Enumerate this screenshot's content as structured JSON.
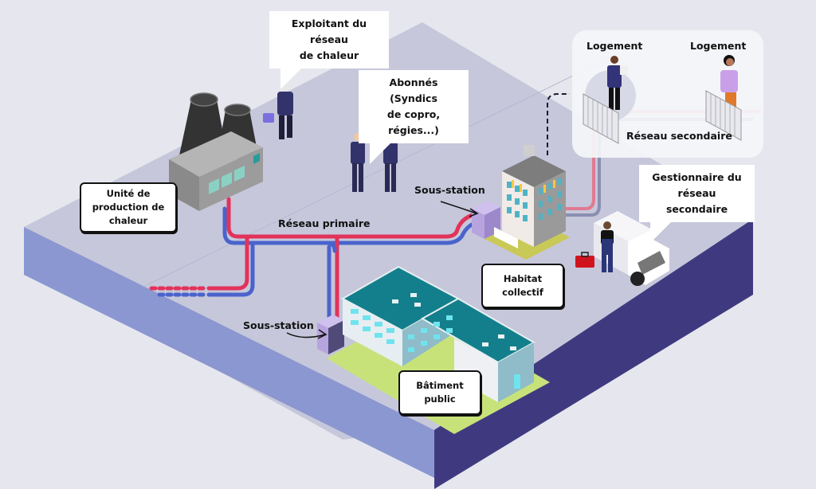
{
  "diagram": {
    "title": "Réseau de chaleur",
    "colors": {
      "background": "#e6e7ee",
      "platform_top": "#c6c7da",
      "platform_side_left": "#8b97d1",
      "platform_side_front": "#3f3a80",
      "pipe_hot": "#e2335b",
      "pipe_cold": "#4a63cc",
      "pipe_secondary_hot": "#e07a92",
      "pipe_secondary_cold": "#8a8fb0",
      "substation": "#b7a4de"
    },
    "callouts": {
      "exploitant": {
        "line1": "Exploitant du réseau",
        "line2": "de chaleur"
      },
      "abonnes": {
        "line1": "Abonnés (Syndics",
        "line2": "de copro, régies...)"
      },
      "gestionnaire": {
        "line1": "Gestionnaire du",
        "line2": "réseau secondaire"
      }
    },
    "tags": {
      "production": {
        "line1": "Unité de",
        "line2": "production de",
        "line3": "chaleur"
      },
      "habitat": "Habitat collectif",
      "batiment": "Bâtiment public"
    },
    "labels": {
      "reseau_primaire": "Réseau primaire",
      "sous_station_1": "Sous-station",
      "sous_station_2": "Sous-station",
      "reseau_secondaire": "Réseau secondaire",
      "logement_1": "Logement",
      "logement_2": "Logement"
    },
    "icons": {
      "plant": "heat-production-plant-icon",
      "operator": "network-operator-person-icon",
      "subscribers": "subscribers-people-icon",
      "apartment": "apartment-building-icon",
      "public_building": "public-building-icon",
      "substation": "substation-box-icon",
      "radiator": "radiator-icon",
      "truck": "service-truck-icon",
      "technician": "technician-person-icon",
      "toolbox": "toolbox-icon"
    }
  }
}
